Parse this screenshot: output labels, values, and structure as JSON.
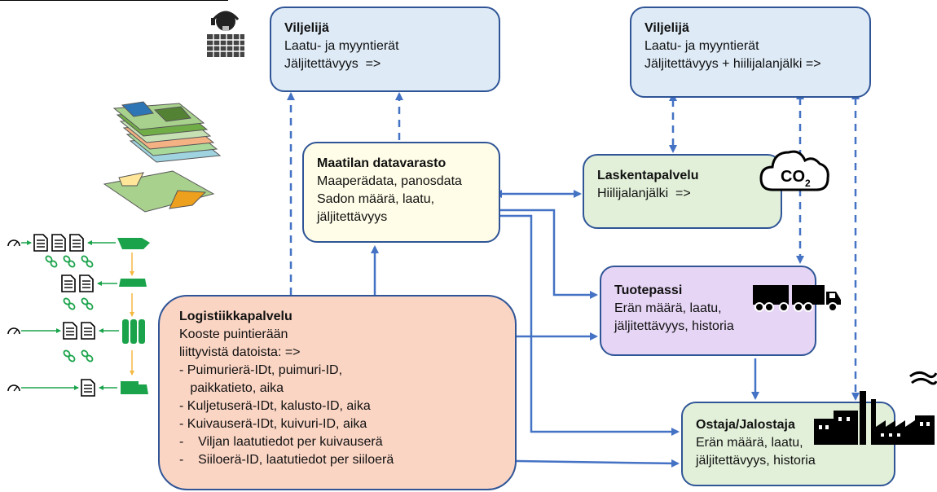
{
  "header": {
    "text": ""
  },
  "boxes": {
    "viljelija1": {
      "title": "Viljelijä",
      "lines": [
        "Laatu- ja myyntierät",
        "Jäljitettävyys  =>"
      ]
    },
    "viljelija2": {
      "title": "Viljelijä",
      "lines": [
        "Laatu- ja myyntierät",
        "Jäljitettävyys + hiilijalanjälki =>"
      ]
    },
    "maatilan": {
      "title": "Maatilan datavarasto",
      "lines": [
        "Maaperädata, panosdata",
        "Sadon määrä, laatu,",
        "jäljitettävyys"
      ]
    },
    "laskenta": {
      "title": "Laskentapalvelu",
      "lines": [
        "Hiilijalanjälki  =>"
      ]
    },
    "tuotepassi": {
      "title": "Tuotepassi",
      "lines": [
        "Erän määrä, laatu,",
        "jäljitettävyys, historia"
      ]
    },
    "logistiikka": {
      "title": "Logistiikkapalvelu",
      "lines": [
        "Kooste puintierään",
        "liittyvistä datoista: =>",
        "- Puimurierä-IDt, puimuri-ID,",
        "   paikkatieto, aika",
        "- Kuljetuserä-IDt, kalusto-ID, aika",
        "- Kuivauserä-IDt, kuivuri-ID, aika",
        "-    Viljan laatutiedot per kuivauserä",
        "-    Siiloerä-ID, laatutiedot per siiloerä"
      ]
    },
    "ostaja": {
      "title": "Ostaja/Jalostaja",
      "lines": [
        "Erän määrä, laatu,",
        "jäljitettävyys, historia"
      ]
    }
  },
  "icons": {
    "co2_label": "CO",
    "co2_sub": "2",
    "names": [
      "farmer-icon",
      "field-layers-icon",
      "field-map-icon",
      "cloud-co2-icon",
      "truck-icon",
      "factory-icon",
      "data-chain-icon"
    ]
  },
  "colors": {
    "border": "#2f5597",
    "arrow": "#4472c4",
    "blue_fill": "#deebf7",
    "cream_fill": "#fffde7",
    "green_fill": "#e2f0d9",
    "purple_fill": "#e6d5f5",
    "peach_fill": "#fbd5c4",
    "icon_green": "#1aa34a"
  }
}
